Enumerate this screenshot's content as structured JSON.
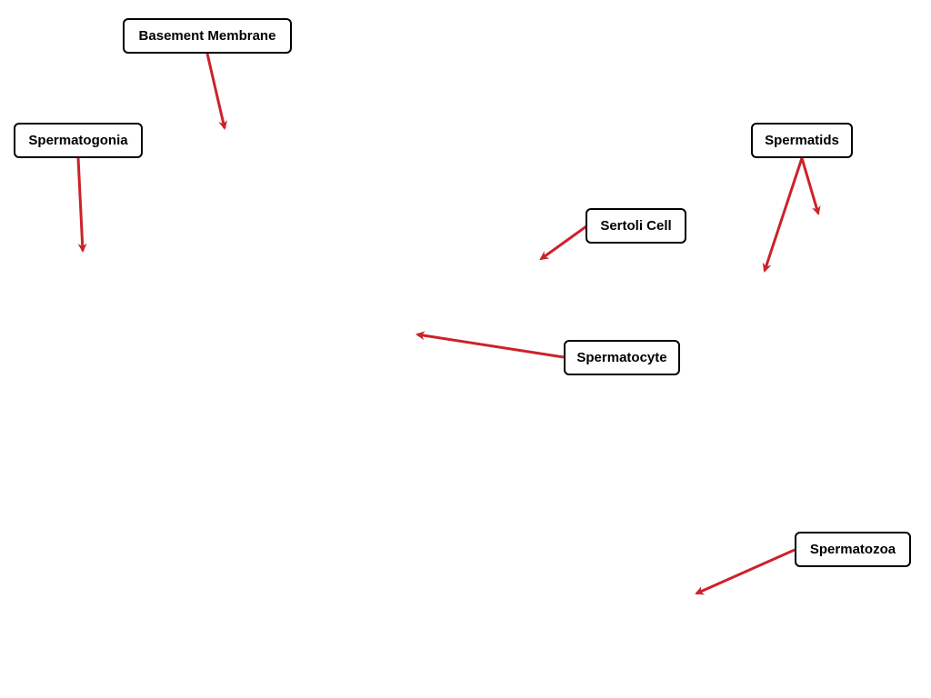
{
  "arrow_color": "#cc2229",
  "labels": {
    "basement_membrane": "Basement Membrane",
    "spermatogonia": "Spermatogonia",
    "spermatids": "Spermatids",
    "sertoli_cell": "Sertoli Cell",
    "spermatocyte": "Spermatocyte",
    "spermatozoa": "Spermatozoa"
  }
}
